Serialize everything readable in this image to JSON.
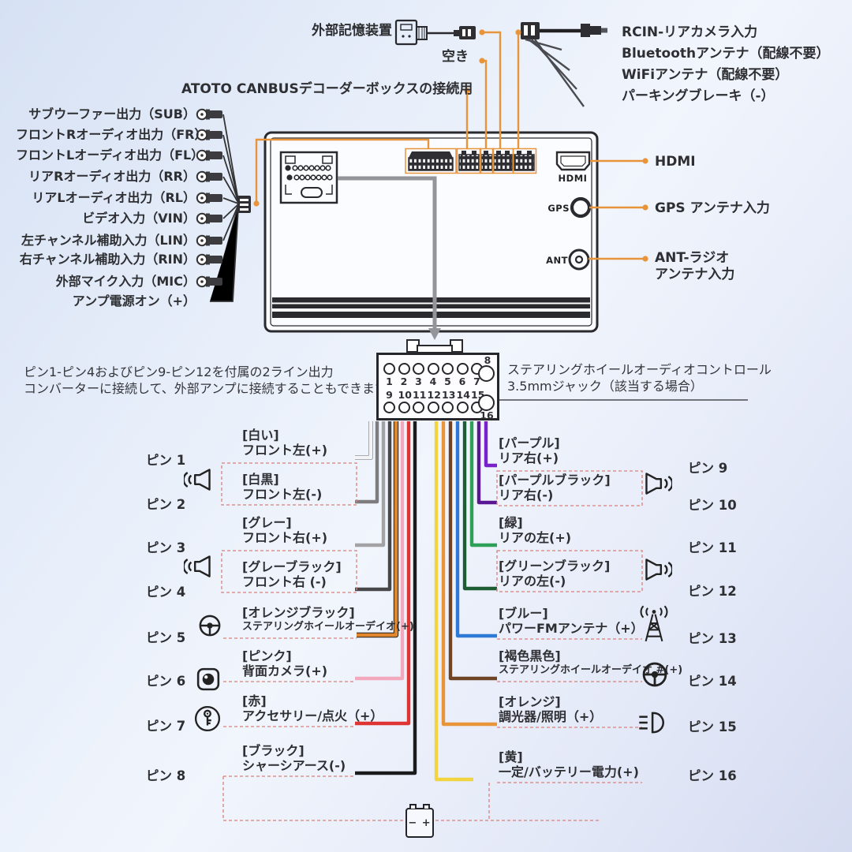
{
  "top": {
    "external_storage": "外部記憶装置",
    "empty": "空き",
    "canbus": "ATOTO CANBUSデコーダーボックスの接続用",
    "rcin": "RCIN-リアカメラ入力",
    "bluetooth": "Bluetoothアンテナ（配線不要）",
    "wifi": "WiFiアンテナ（配線不要）",
    "parking": "パーキングブレーキ（-）"
  },
  "left_outputs": [
    "サブウーファー出力（SUB）",
    "フロントRオーディオ出力（FR）",
    "フロントLオーディオ出力（FL）",
    "リアRオーディオ出力（RR）",
    "リアLオーディオ出力（RL）",
    "ビデオ入力（VIN）",
    "左チャンネル補助入力（LIN）",
    "右チャンネル補助入力（RIN）",
    "外部マイク入力（MIC）",
    "アンプ電源オン（+）"
  ],
  "unit_ports": {
    "hdmi": "HDMI",
    "gps": "GPS",
    "ant": "ANT"
  },
  "right_port_labels": {
    "hdmi": "HDMI",
    "gps": "GPS アンテナ入力",
    "ant1": "ANT-ラジオ",
    "ant2": "アンテナ入力"
  },
  "notes": {
    "left1": "ピン1-ピン4およびピン9-ピン12を付属の2ライン出力",
    "left2": "コンバーターに接続して、外部アンプに接続することもできます。",
    "right1": "ステアリングホイールオーディオコントロール",
    "right2": "3.5mmジャック（該当する場合）"
  },
  "connector": {
    "row1": [
      "1",
      "2",
      "3",
      "4",
      "5",
      "6",
      "7"
    ],
    "pin8": "8",
    "row2": [
      "9",
      "10",
      "11",
      "12",
      "13",
      "14",
      "15"
    ],
    "pin16": "16"
  },
  "pins_left": [
    {
      "pin": "ピン 1",
      "color_label": "[白い]",
      "function": "フロント左(+)",
      "wire": "#f3f3f5"
    },
    {
      "pin": "ピン 2",
      "color_label": "[白黒]",
      "function": "フロント左(-)",
      "wire": "#7d7d80"
    },
    {
      "pin": "ピン 3",
      "color_label": "[グレー]",
      "function": "フロント右(+)",
      "wire": "#a3a3a6"
    },
    {
      "pin": "ピン 4",
      "color_label": "[グレーブラック]",
      "function": "フロント右 (-)",
      "wire": "#47474a"
    },
    {
      "pin": "ピン 5",
      "color_label": "[オレンジブラック]",
      "function": "ステアリングホイールオーデイオ(+)",
      "wire": "#e0862c"
    },
    {
      "pin": "ピン 6",
      "color_label": "[ピンク]",
      "function": "背面カメラ(+)",
      "wire": "#f2a9bd"
    },
    {
      "pin": "ピン 7",
      "color_label": "[赤]",
      "function": "アクセサリー/点火（+）",
      "wire": "#de3434"
    },
    {
      "pin": "ピン 8",
      "color_label": "[ブラック]",
      "function": "シャーシアース(-)",
      "wire": "#1b1b1d"
    }
  ],
  "pins_right": [
    {
      "pin": "ピン 9",
      "color_label": "[パープル]",
      "function": "リア右(+)",
      "wire": "#7a22c9"
    },
    {
      "pin": "ピン 10",
      "color_label": "[パープルブラック]",
      "function": "リア右(-)",
      "wire": "#5a1794"
    },
    {
      "pin": "ピン 11",
      "color_label": "[緑]",
      "function": "リアの左(+)",
      "wire": "#2fa058"
    },
    {
      "pin": "ピン 12",
      "color_label": "[グリーンブラック]",
      "function": "リアの左(-)",
      "wire": "#1c5d36"
    },
    {
      "pin": "ピン 13",
      "color_label": "[ブルー]",
      "function": "パワーFMアンテナ（+）",
      "wire": "#2f79d6"
    },
    {
      "pin": "ピン 14",
      "color_label": "[褐色黒色]",
      "function": "ステアリングホイールオーデイオ #(+)",
      "wire": "#6e4425"
    },
    {
      "pin": "ピン 15",
      "color_label": "[オレンジ]",
      "function": "調光器/照明（+）",
      "wire": "#e8953a"
    },
    {
      "pin": "ピン 16",
      "color_label": "[黄]",
      "function": "一定/バッテリー電力(+)",
      "wire": "#f1d440"
    }
  ],
  "battery_label": "− +",
  "colors": {
    "accent": "#E8943A",
    "dashed": "#D9807A",
    "outline": "#2a2a2e"
  }
}
